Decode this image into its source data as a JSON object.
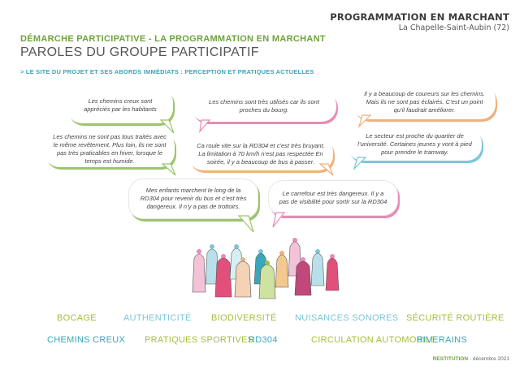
{
  "header": {
    "title": "PROGRAMMATION EN MARCHANT",
    "location": "La Chapelle-Saint-Aubin (72)"
  },
  "section": {
    "title": "DÉMARCHE PARTICIPATIVE - LA PROGRAMMATION EN MARCHANT",
    "main_title": "PAROLES DU GROUPE PARTICIPATIF",
    "subtitle": "> LE SITE DU PROJET ET SES ABORDS IMMÉDIATS : PERCEPTION ET PRATIQUES ACTUELLES"
  },
  "quotes": [
    {
      "text": "Les chemins creux sont appréciés par les habitants",
      "color": "#9cc46b"
    },
    {
      "text": "Les chemins sont très utilisés car ils sont proches du bourg.",
      "color": "#e88bb4"
    },
    {
      "text": "Il y a beaucoup de coureurs sur les chemins. Mais ils ne sont pas éclairés. C’est un point qu’il faudrait améliorer.",
      "color": "#f1b07a"
    },
    {
      "text": "Les chemins ne sont pas tous traités avec le même revêtement. Plus loin, ils ne sont pas très praticables en hiver, lorsque le temps est humide.",
      "color": "#9cc46b"
    },
    {
      "text": "Ca roule vite sur la RD304 et c’est très bruyant. La limitation à 70 km/h n’est pas respectée En soirée, il y a beaucoup de bus à passer.",
      "color": "#f1b07a"
    },
    {
      "text": "Le secteur est proche du quartier de l’université. Certaines jeunes y vont à pied pour prendre le tramway.",
      "color": "#7cc6d6"
    },
    {
      "text": "Mes enfants marchent le long de la RD304 pour revenir du bus et c’est très dangereux. Il n’y a pas de trottoirs.",
      "color": "#9cc46b"
    },
    {
      "text": "Le carrefour est très dangereux. Il y a pas de visibilité pour sortir sur la RD304",
      "color": "#e88bb4"
    }
  ],
  "keywords": [
    {
      "label": "BOCAGE",
      "color": "#a3bf3c"
    },
    {
      "label": "AUTHENTICITÉ",
      "color": "#7cc6d6"
    },
    {
      "label": "BIODIVERSITÉ",
      "color": "#a3bf3c"
    },
    {
      "label": "NUISANCES SONORES",
      "color": "#7cc6d6"
    },
    {
      "label": "SÉCURITÉ ROUTIÈRE",
      "color": "#a3bf3c"
    },
    {
      "label": "CHEMINS CREUX",
      "color": "#3aa6b9"
    },
    {
      "label": "PRATIQUES SPORTIVES",
      "color": "#a3bf3c"
    },
    {
      "label": "RD304",
      "color": "#3aa6b9"
    },
    {
      "label": "CIRCULATION AUTOMOBILE",
      "color": "#a3bf3c"
    },
    {
      "label": "RIVERAINS",
      "color": "#3aa6b9"
    }
  ],
  "footer": {
    "label": "RESTITUTION",
    "date": " - décembre 2021"
  },
  "colors": {
    "green": "#6ea33b",
    "teal": "#3aa6b9",
    "pink": "#e88bb4",
    "orange": "#f1b07a"
  },
  "illustration": {
    "icon": "crowd-illustration"
  }
}
